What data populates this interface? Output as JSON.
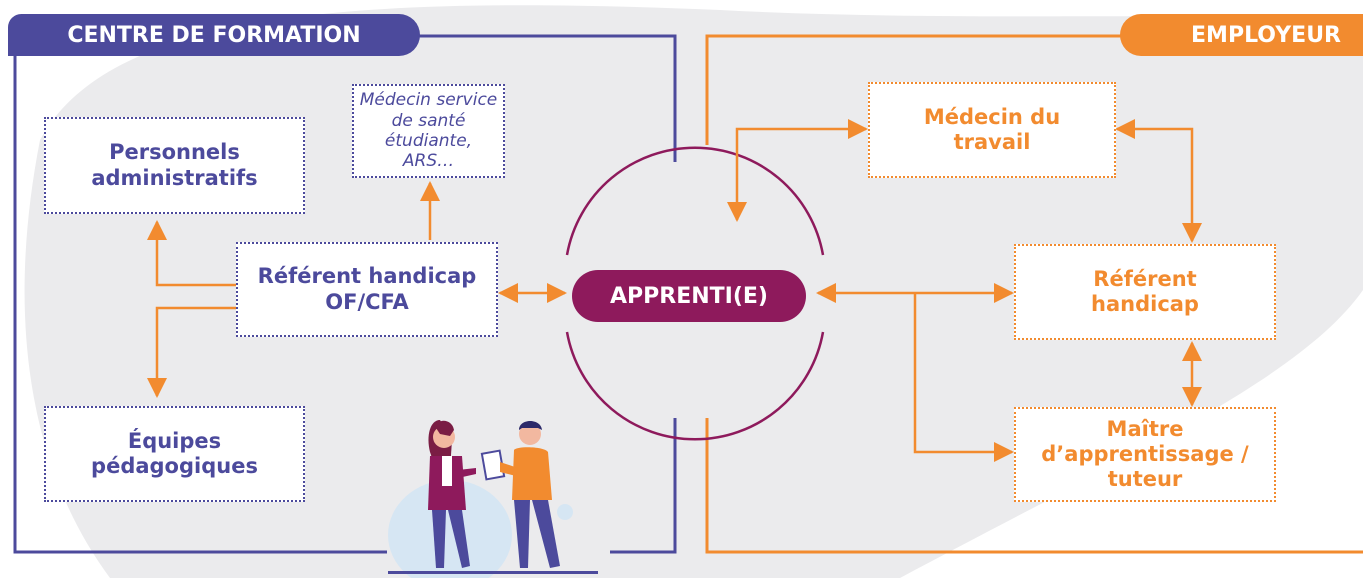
{
  "colors": {
    "formation": "#4c4a9c",
    "employeur": "#f28b2f",
    "apprenti": "#8e1a5c",
    "background_blob": "#ebebed"
  },
  "formation": {
    "header": "CENTRE DE FORMATION",
    "boxes": {
      "personnels": [
        "Personnels",
        "administratifs"
      ],
      "medecin_sante": [
        "Médecin service",
        "de santé étudiante,",
        "ARS…"
      ],
      "referent": [
        "Référent handicap",
        "OF/CFA"
      ],
      "equipes": [
        "Équipes",
        "pédagogiques"
      ]
    }
  },
  "center": {
    "label": "APPRENTI(E)"
  },
  "employeur": {
    "header": "EMPLOYEUR",
    "boxes": {
      "medecin_travail": [
        "Médecin du",
        "travail"
      ],
      "referent": [
        "Référent",
        "handicap"
      ],
      "maitre": [
        "Maître",
        "d’apprentissage /",
        "tuteur"
      ]
    }
  },
  "illustration": {
    "name": "two-people-discussing-document"
  }
}
